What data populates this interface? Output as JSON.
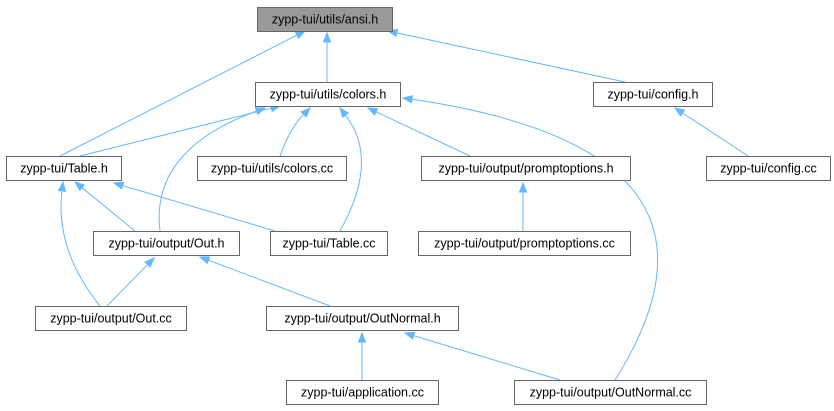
{
  "colors": {
    "node_fill": "#ffffff",
    "root_fill": "#999999",
    "node_border": "#666666",
    "edge": "#63b8ff"
  },
  "nodes": [
    {
      "id": "ansi",
      "label": "zypp-tui/utils/ansi.h",
      "root": true
    },
    {
      "id": "colors_h",
      "label": "zypp-tui/utils/colors.h"
    },
    {
      "id": "config_h",
      "label": "zypp-tui/config.h"
    },
    {
      "id": "table_h",
      "label": "zypp-tui/Table.h"
    },
    {
      "id": "colors_cc",
      "label": "zypp-tui/utils/colors.cc"
    },
    {
      "id": "prompt_h",
      "label": "zypp-tui/output/promptoptions.h"
    },
    {
      "id": "config_cc",
      "label": "zypp-tui/config.cc"
    },
    {
      "id": "out_h",
      "label": "zypp-tui/output/Out.h"
    },
    {
      "id": "table_cc",
      "label": "zypp-tui/Table.cc"
    },
    {
      "id": "prompt_cc",
      "label": "zypp-tui/output/promptoptions.cc"
    },
    {
      "id": "out_cc",
      "label": "zypp-tui/output/Out.cc"
    },
    {
      "id": "outnormal_h",
      "label": "zypp-tui/output/OutNormal.h"
    },
    {
      "id": "app_cc",
      "label": "zypp-tui/application.cc"
    },
    {
      "id": "outnormal_cc",
      "label": "zypp-tui/output/OutNormal.cc"
    }
  ],
  "edges": [
    {
      "from": "colors_h",
      "to": "ansi"
    },
    {
      "from": "config_h",
      "to": "ansi"
    },
    {
      "from": "table_h",
      "to": "ansi"
    },
    {
      "from": "table_h",
      "to": "colors_h"
    },
    {
      "from": "colors_cc",
      "to": "colors_h"
    },
    {
      "from": "out_h",
      "to": "colors_h"
    },
    {
      "from": "table_cc",
      "to": "colors_h"
    },
    {
      "from": "prompt_h",
      "to": "colors_h"
    },
    {
      "from": "outnormal_cc",
      "to": "colors_h"
    },
    {
      "from": "config_cc",
      "to": "config_h"
    },
    {
      "from": "out_h",
      "to": "table_h"
    },
    {
      "from": "table_cc",
      "to": "table_h"
    },
    {
      "from": "out_cc",
      "to": "table_h"
    },
    {
      "from": "prompt_cc",
      "to": "prompt_h"
    },
    {
      "from": "out_cc",
      "to": "out_h"
    },
    {
      "from": "outnormal_h",
      "to": "out_h"
    },
    {
      "from": "app_cc",
      "to": "outnormal_h"
    },
    {
      "from": "outnormal_cc",
      "to": "outnormal_h"
    }
  ]
}
